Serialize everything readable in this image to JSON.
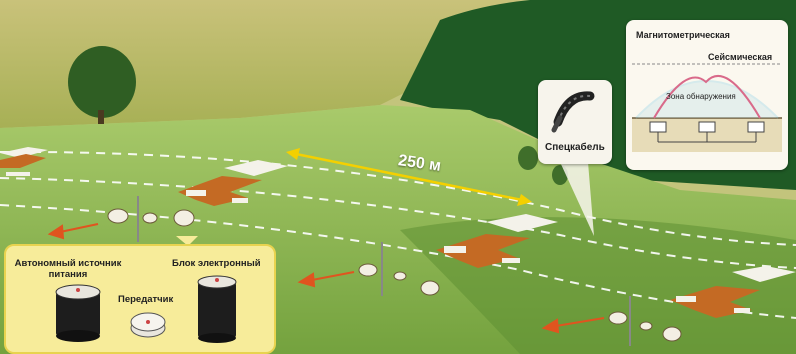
{
  "distance_label": "250 м",
  "cable_callout": {
    "label": "Спецкабель",
    "icon": "cable-coil-icon"
  },
  "detection_inset": {
    "magnetometric_label": "Магнитометрическая",
    "seismic_label": "Сейсмическая",
    "zone_label": "Зона обнаружения"
  },
  "equipment_panel": {
    "power_source_label": "Автономный источник питания",
    "transmitter_label": "Передатчик",
    "electronics_label": "Блок электронный"
  },
  "colors": {
    "grass_light": "#a7c96a",
    "grass_dark": "#5e8f33",
    "forest": "#1f5a25",
    "distance_arrow": "#f4d000",
    "direction_arrow": "#e0541f",
    "panel_bg": "#f7ec9a",
    "magnetometric_curve": "#8fd3e8",
    "seismic_curve": "#d96a8a"
  }
}
